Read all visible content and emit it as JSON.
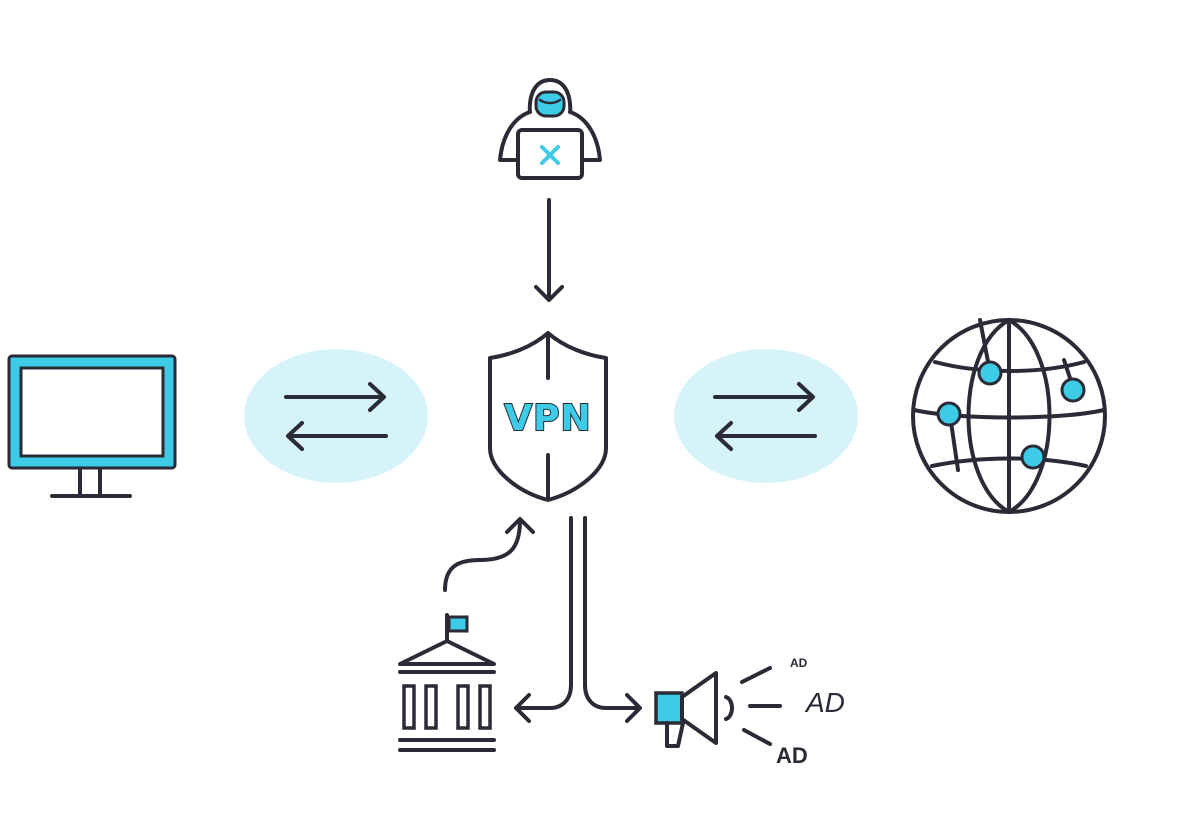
{
  "colors": {
    "dark": "#2a2b36",
    "accent": "#3dcbe8",
    "bubble": "#d7f3fa",
    "white": "#ffffff"
  },
  "labels": {
    "vpn": "VPN",
    "ad_small": "AD",
    "ad_italic": "AD",
    "ad_bold": "AD"
  },
  "icons": {
    "computer": "monitor-icon",
    "hacker": "hacker-icon",
    "vpn": "shield-icon",
    "internet": "globe-icon",
    "government": "government-building-icon",
    "advertiser": "megaphone-icon"
  }
}
